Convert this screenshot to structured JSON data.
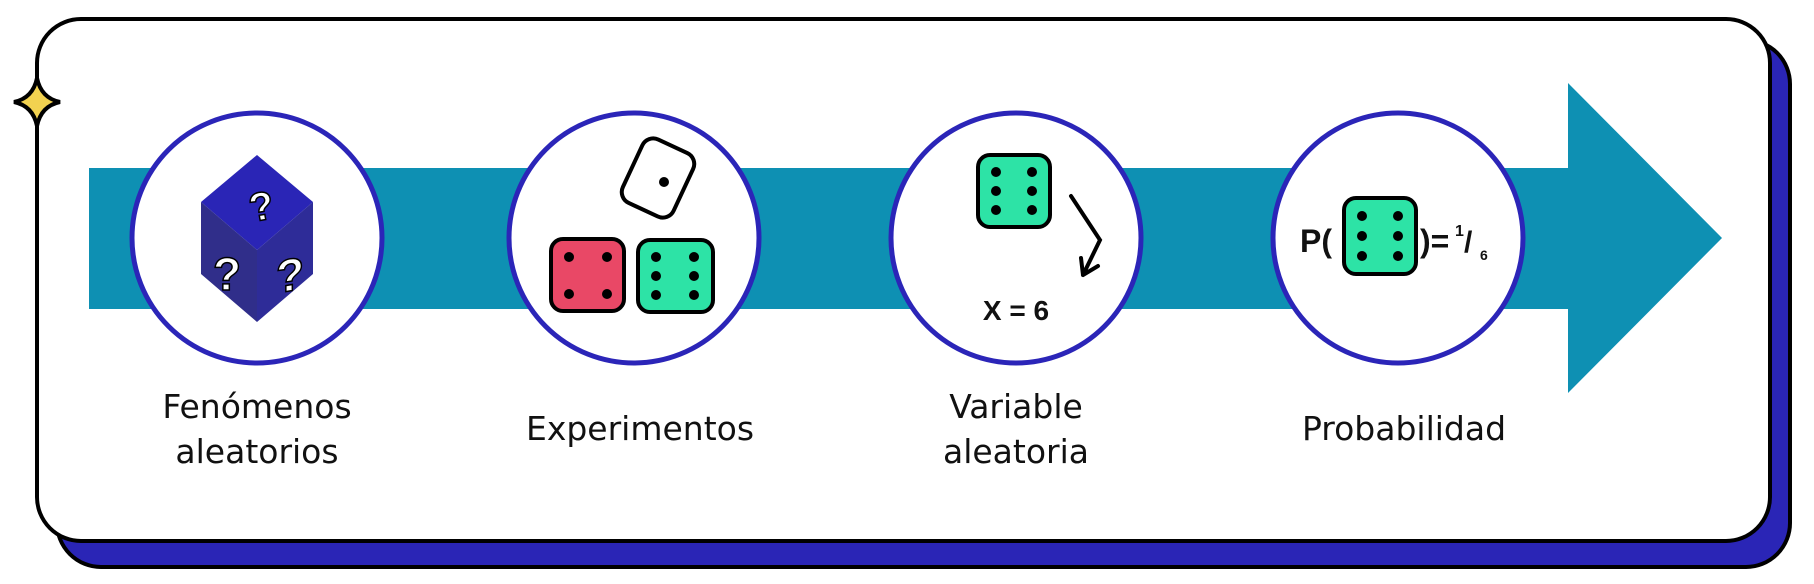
{
  "colors": {
    "band": "#0e90b3",
    "circle_border": "#2b25b8",
    "shadow": "#2a25b6",
    "star": "#f2d250",
    "die_red": "#e94866",
    "die_green": "#2de3a6",
    "cube_top": "#2a25b6",
    "cube_left": "#302e8a",
    "cube_right": "#2e2c98"
  },
  "steps": [
    {
      "label_lines": [
        "Fenómenos",
        "aleatorios"
      ],
      "icon": "mystery-die-icon"
    },
    {
      "label_lines": [
        "Experimentos"
      ],
      "icon": "dice-roll-icon"
    },
    {
      "label_lines": [
        "Variable",
        "aleatoria"
      ],
      "icon": "die-to-value-icon",
      "equation": "X = 6"
    },
    {
      "label_lines": [
        "Probabilidad"
      ],
      "icon": "probability-die-icon",
      "equation_prefix": "P(",
      "equation_suffix": ")=",
      "numerator": "1",
      "slash": "/",
      "denominator": "6"
    }
  ]
}
